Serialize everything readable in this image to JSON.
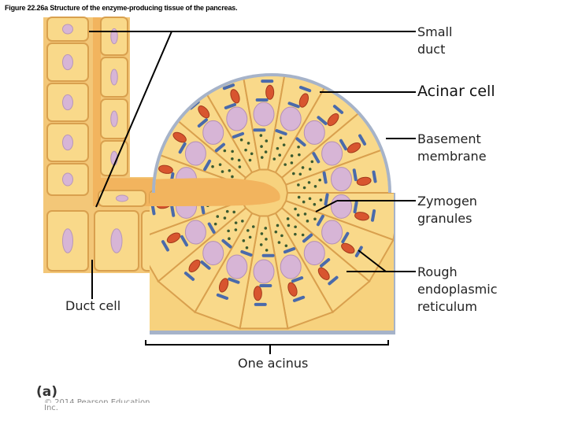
{
  "title": "Figure 22.26a Structure of the enzyme-producing tissue of the pancreas.",
  "labels": {
    "small_duct_line1": "Small",
    "small_duct_line2": "duct",
    "acinar_cell": "Acinar cell",
    "basement_line1": "Basement",
    "basement_line2": "membrane",
    "zymogen_line1": "Zymogen",
    "zymogen_line2": "granules",
    "rer_line1": "Rough",
    "rer_line2": "endoplasmic",
    "rer_line3": "reticulum",
    "duct_cell": "Duct cell",
    "one_acinus": "One acinus"
  },
  "panel_letter": "(a)",
  "copyright_line1": "© 2014 Pearson Education,",
  "copyright_line2": "Inc.",
  "colors": {
    "cell_fill": "#f9d98a",
    "cell_border": "#d9a04e",
    "lumen": "#f2b45e",
    "basement_membrane": "#a6b3c9",
    "nucleus": "#d7b5d6",
    "mitochondria": "#d8552f",
    "rough_er": "#4a6aab"
  }
}
